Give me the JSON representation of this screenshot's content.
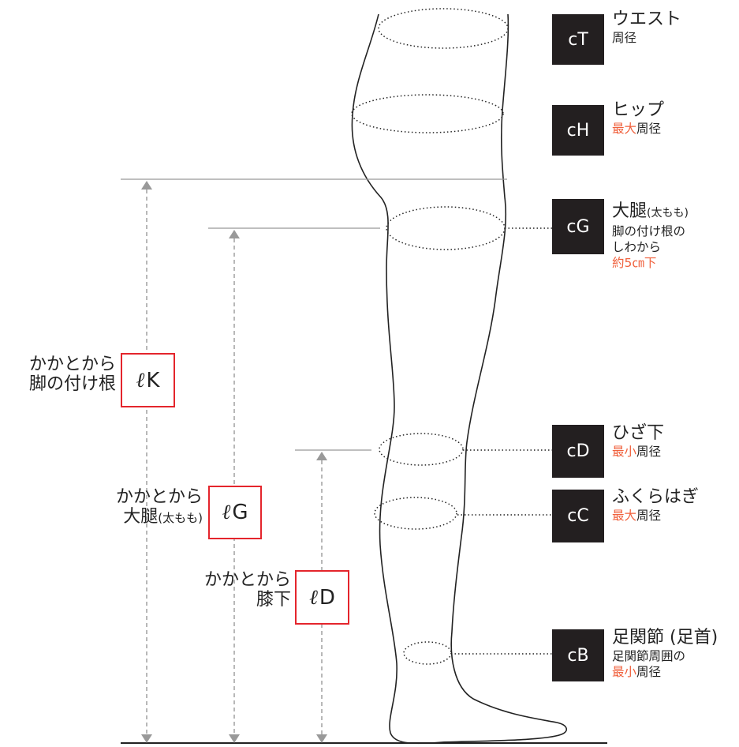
{
  "measures": [
    {
      "id": "cT",
      "badge": "cT",
      "title": "ウエスト",
      "sub_accent": "",
      "sub_rest": "周径"
    },
    {
      "id": "cH",
      "badge": "cH",
      "title": "ヒップ",
      "sub_accent": "最大",
      "sub_rest": "周径"
    },
    {
      "id": "cG",
      "badge": "cG",
      "title_main": "大腿",
      "title_paren": "(太もも)",
      "line2": "脚の付け根の",
      "line3": "しわから",
      "line4_accent": "約5㎝下"
    },
    {
      "id": "cD",
      "badge": "cD",
      "title": "ひざ下",
      "sub_accent": "最小",
      "sub_rest": "周径"
    },
    {
      "id": "cC",
      "badge": "cC",
      "title": "ふくらはぎ",
      "sub_accent": "最大",
      "sub_rest": "周径"
    },
    {
      "id": "cB",
      "badge": "cB",
      "title": "足関節 (足首)",
      "line2": "足関節周囲の",
      "sub_accent": "最小",
      "sub_rest": "周径"
    }
  ],
  "lengths": [
    {
      "id": "K",
      "ell": "ℓ",
      "letter": "K",
      "line1": "かかとから",
      "line2": "脚の付け根"
    },
    {
      "id": "G",
      "ell": "ℓ",
      "letter": "G",
      "line1": "かかとから",
      "line2_main": "大腿",
      "line2_paren": "(太もも)"
    },
    {
      "id": "D",
      "ell": "ℓ",
      "letter": "D",
      "line1": "かかとから",
      "line2": "膝下"
    }
  ],
  "colors": {
    "badge_bg": "#231f20",
    "accent": "#f0603c",
    "box_border": "#e4252c",
    "guide": "#999999"
  }
}
